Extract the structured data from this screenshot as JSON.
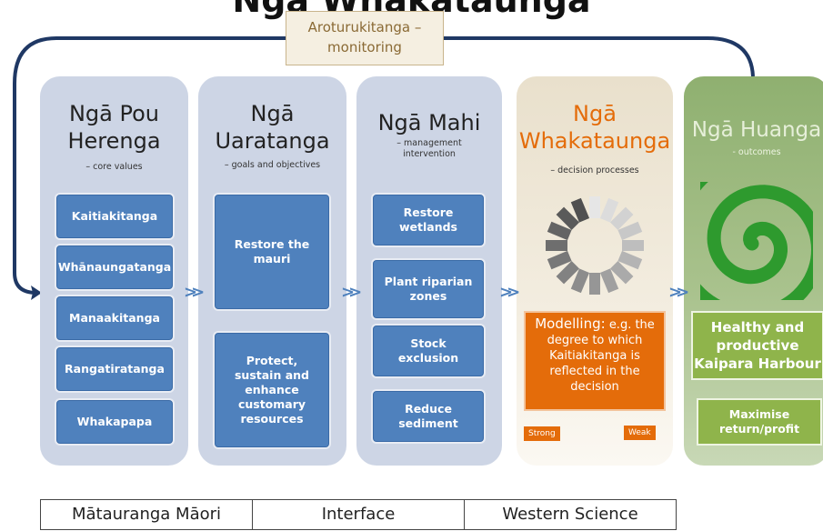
{
  "title": "Ngā Whakataunga",
  "monitoring_label": "Aroturukitanga – monitoring",
  "columns": [
    {
      "title_lines": [
        "Ngā Pou",
        "Herenga"
      ],
      "subtitle": "– core values",
      "items": [
        "Kaitiakitanga",
        "Whānaungatanga",
        "Manaakitanga",
        "Rangatiratanga",
        "Whakapapa"
      ]
    },
    {
      "title_lines": [
        "Ngā",
        "Uaratanga"
      ],
      "subtitle": "– goals and objectives",
      "items": [
        "Restore the mauri",
        "Protect, sustain and enhance customary resources"
      ]
    },
    {
      "title_lines": [
        "Ngā Mahi"
      ],
      "subtitle_lines": [
        "– management",
        "intervention"
      ],
      "items": [
        "Restore wetlands",
        "Plant riparian zones",
        "Stock exclusion",
        "Reduce sediment"
      ]
    },
    {
      "title_lines": [
        "Ngā",
        "Whakataunga"
      ],
      "subtitle": "– decision processes",
      "modelling_lead": "Modelling:",
      "modelling_text": "e.g. the degree to which Kaitiakitanga is reflected in the decision",
      "scale_left": "Strong",
      "scale_right": "Weak"
    },
    {
      "title_lines": [
        "Ngā Huanga"
      ],
      "subtitle": "- outcomes",
      "items": [
        "Healthy and productive Kaipara Harbour",
        "Maximise return/profit"
      ]
    }
  ],
  "bottom_labels": [
    "Mātauranga Māori",
    "Interface",
    "Western Science"
  ],
  "colors": {
    "item_blue": "#4f81bd",
    "column_blue": "#cdd5e5",
    "modelling_orange": "#e46c0a",
    "outcome_green": "#8fb44b",
    "spiral_green": "#2e9a2e",
    "loop_navy": "#1f3864"
  }
}
